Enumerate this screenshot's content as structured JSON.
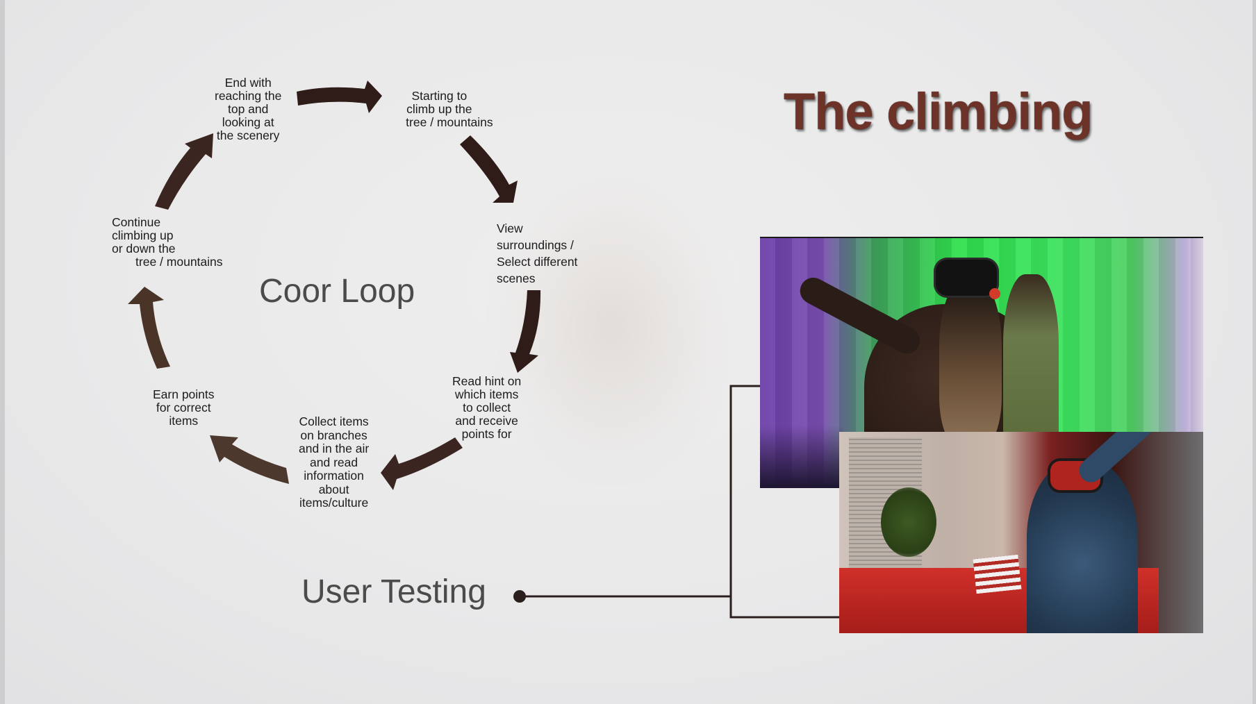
{
  "slide": {
    "title": "The climbing",
    "center_label": "Coor Loop",
    "user_testing_label": "User Testing"
  },
  "loop_steps": [
    {
      "id": "start",
      "text": "Starting to\nclimb up the\n      tree / mountains"
    },
    {
      "id": "view",
      "text": "View\nsurroundings /\nSelect different\nscenes"
    },
    {
      "id": "hint",
      "text": "Read hint on\nwhich items\nto collect\nand receive\npoints for"
    },
    {
      "id": "collect",
      "text": "Collect items\non branches\nand in the air\nand read\ninformation\nabout\nitems/culture"
    },
    {
      "id": "earn",
      "text": "Earn points\nfor correct\nitems"
    },
    {
      "id": "continue",
      "text": "Continue\nclimbing up\nor down the\n       tree / mountains"
    },
    {
      "id": "end",
      "text": "End with\nreaching the\ntop and\nlooking at\nthe scenery"
    }
  ],
  "photos": [
    {
      "id": "photo-green-room",
      "icon": "vr-user-green-room-photo"
    },
    {
      "id": "photo-red-room",
      "icon": "vr-user-living-room-photo"
    }
  ],
  "colors": {
    "arrow_dark": "#2a1714",
    "arrow_light": "#5c4536",
    "title": "#6e3328",
    "connector": "#2b1f1d"
  }
}
